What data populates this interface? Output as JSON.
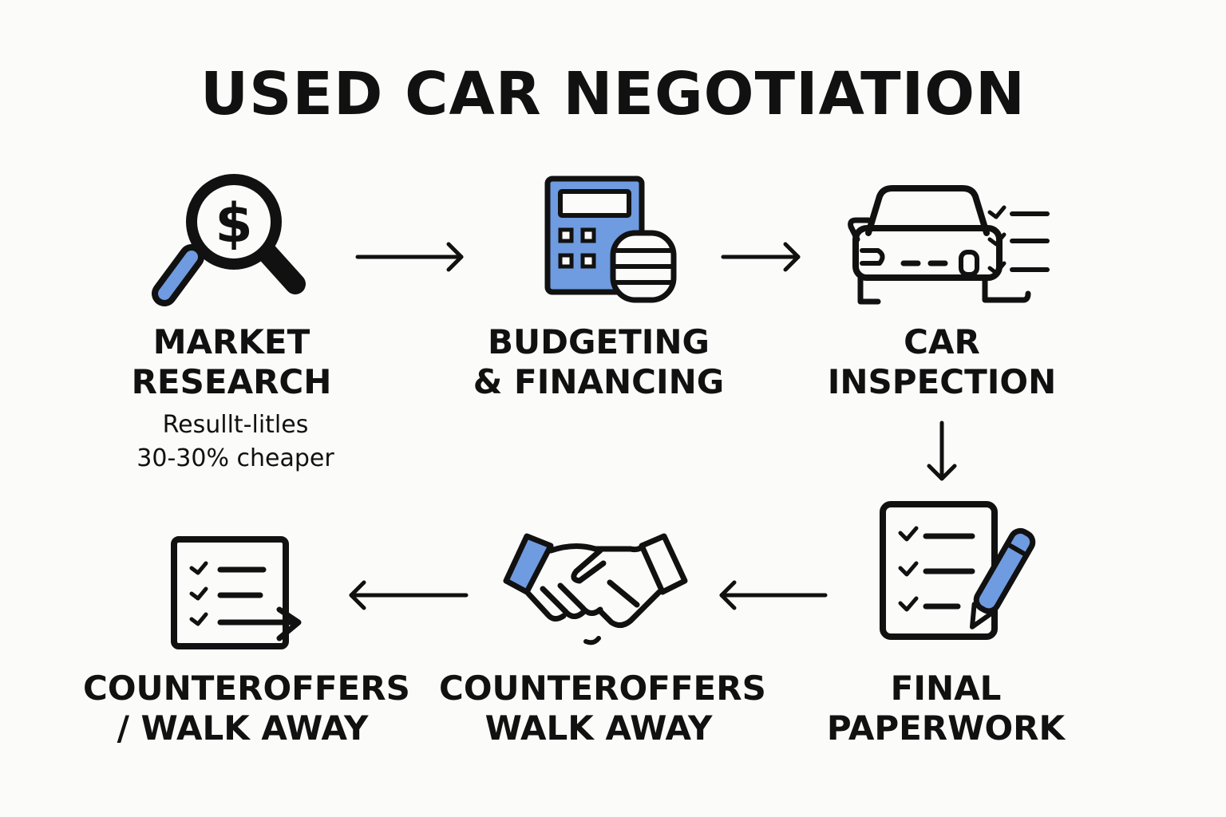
{
  "title": "USED CAR NEGOTIATION",
  "colors": {
    "ink": "#111111",
    "accent": "#6f9be0",
    "background": "#fbfbfa"
  },
  "steps": [
    {
      "icon": "magnifier-dollar-icon",
      "line1": "MARKET",
      "line2": "RESEARCH",
      "note_line1": "Resullt-litles",
      "note_line2": "30-30% cheaper"
    },
    {
      "icon": "calculator-coins-icon",
      "line1": "BUDGETING",
      "line2": "& FINANCING"
    },
    {
      "icon": "car-checklist-icon",
      "line1": "CAR",
      "line2": "INSPECTION"
    },
    {
      "icon": "document-pen-icon",
      "line1": "FINAL",
      "line2": "PAPERWORK"
    },
    {
      "icon": "handshake-icon",
      "line1": "COUNTEROFFERS",
      "line2": "WALK AWAY"
    },
    {
      "icon": "checklist-arrow-icon",
      "line1": "COUNTEROFFERS",
      "line2": "/ WALK AWAY"
    }
  ],
  "arrows": [
    {
      "from": "MARKET RESEARCH",
      "to": "BUDGETING & FINANCING",
      "direction": "right"
    },
    {
      "from": "BUDGETING & FINANCING",
      "to": "CAR INSPECTION",
      "direction": "right"
    },
    {
      "from": "CAR INSPECTION",
      "to": "FINAL PAPERWORK",
      "direction": "down"
    },
    {
      "from": "FINAL PAPERWORK",
      "to": "COUNTEROFFERS WALK AWAY",
      "direction": "left"
    },
    {
      "from": "COUNTEROFFERS WALK AWAY",
      "to": "COUNTEROFFERS / WALK AWAY",
      "direction": "left"
    }
  ]
}
